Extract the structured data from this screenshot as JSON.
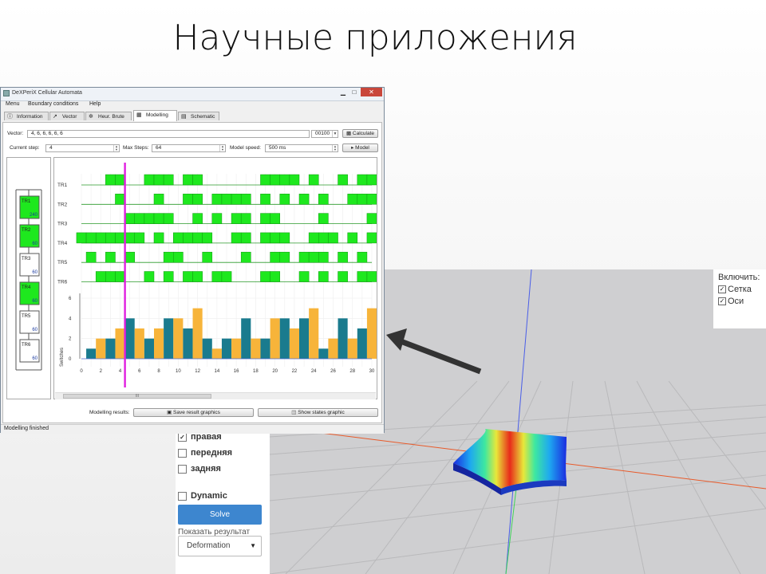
{
  "slide": {
    "title": "Научные приложения"
  },
  "viewer": {
    "toggle_title": "Включить:",
    "toggles": [
      {
        "label": "Сетка",
        "checked": true
      },
      {
        "label": "Оси",
        "checked": true
      }
    ]
  },
  "form": {
    "options": [
      {
        "label": "правая",
        "checked": true
      },
      {
        "label": "передняя",
        "checked": false
      },
      {
        "label": "задняя",
        "checked": false
      },
      {
        "label": "Dynamic",
        "checked": false
      }
    ],
    "solve_label": "Solve",
    "result_label": "Показать результат",
    "result_select": "Deformation"
  },
  "app": {
    "title": "DeXPeriX Cellular Automata",
    "menu": [
      "Menu",
      "Boundary conditions",
      "Help"
    ],
    "tabs": [
      "Information",
      "Vector",
      "Heur. Brute",
      "Modelling",
      "Schematic"
    ],
    "active_tab": "Modelling",
    "vector_label": "Vector:",
    "vector_value": "4, 6, 6, 6, 6, 6",
    "vector_select": "00100",
    "calculate_label": "Calculate",
    "current_step_label": "Current step:",
    "current_step": "4",
    "max_steps_label": "Max Steps:",
    "max_steps": "64",
    "speed_label": "Model speed:",
    "speed_value": "500 ms",
    "model_label": "Model",
    "results_label": "Modelling results:",
    "save_label": "Save result graphics",
    "show_label": "Show states graphic",
    "status": "Modelling finished",
    "scroll_grip": "III",
    "schema": [
      {
        "name": "TR1",
        "value": "240",
        "active": true
      },
      {
        "name": "TR2",
        "value": "60",
        "active": true
      },
      {
        "name": "TR3",
        "value": "60",
        "active": false
      },
      {
        "name": "TR4",
        "value": "60",
        "active": true
      },
      {
        "name": "TR5",
        "value": "60",
        "active": false
      },
      {
        "name": "TR6",
        "value": "60",
        "active": false
      }
    ]
  },
  "colors": {
    "on": "#1ee81e",
    "bar_teal": "#1a7b8e",
    "bar_orange": "#f7b43a",
    "cursor": "#e01ee0"
  },
  "chart_data": [
    {
      "type": "timeline",
      "rows": [
        "TR1",
        "TR2",
        "TR3",
        "TR4",
        "TR5",
        "TR6"
      ],
      "x_range": [
        0,
        30
      ],
      "on_steps": {
        "TR1": [
          3,
          4,
          7,
          8,
          9,
          11,
          12,
          19,
          20,
          21,
          22,
          24,
          27,
          29,
          30
        ],
        "TR2": [
          4,
          8,
          11,
          12,
          14,
          15,
          16,
          17,
          19,
          21,
          23,
          25,
          28,
          29,
          30
        ],
        "TR3": [
          5,
          6,
          7,
          8,
          9,
          12,
          14,
          16,
          17,
          19,
          20,
          25,
          30
        ],
        "TR4": [
          0,
          1,
          2,
          3,
          4,
          5,
          6,
          8,
          10,
          11,
          12,
          13,
          16,
          17,
          19,
          20,
          21,
          24,
          25,
          26,
          28,
          30
        ],
        "TR5": [
          1,
          3,
          5,
          9,
          10,
          13,
          17,
          20,
          21,
          23,
          24,
          25,
          27,
          29
        ],
        "TR6": [
          2,
          3,
          4,
          7,
          9,
          11,
          12,
          14,
          15,
          19,
          20,
          23,
          25,
          27,
          29,
          30
        ]
      },
      "current_step": 4
    },
    {
      "type": "bar",
      "ylabel": "Switches",
      "x": [
        1,
        2,
        3,
        4,
        5,
        6,
        7,
        8,
        9,
        10,
        11,
        12,
        13,
        14,
        15,
        16,
        17,
        18,
        19,
        20,
        21,
        22,
        23,
        24,
        25,
        26,
        27,
        28,
        29,
        30
      ],
      "values": [
        1,
        2,
        2,
        3,
        4,
        3,
        2,
        3,
        4,
        4,
        3,
        5,
        2,
        1,
        2,
        2,
        4,
        2,
        2,
        4,
        4,
        3,
        4,
        5,
        1,
        2,
        4,
        2,
        3,
        5
      ],
      "x_ticks": [
        0,
        2,
        4,
        6,
        8,
        10,
        12,
        14,
        16,
        18,
        20,
        22,
        24,
        26,
        28,
        30
      ],
      "y_ticks": [
        0,
        2,
        4,
        6
      ],
      "ylim": [
        0,
        6
      ],
      "xlim": [
        0,
        30
      ],
      "grid": true
    }
  ]
}
